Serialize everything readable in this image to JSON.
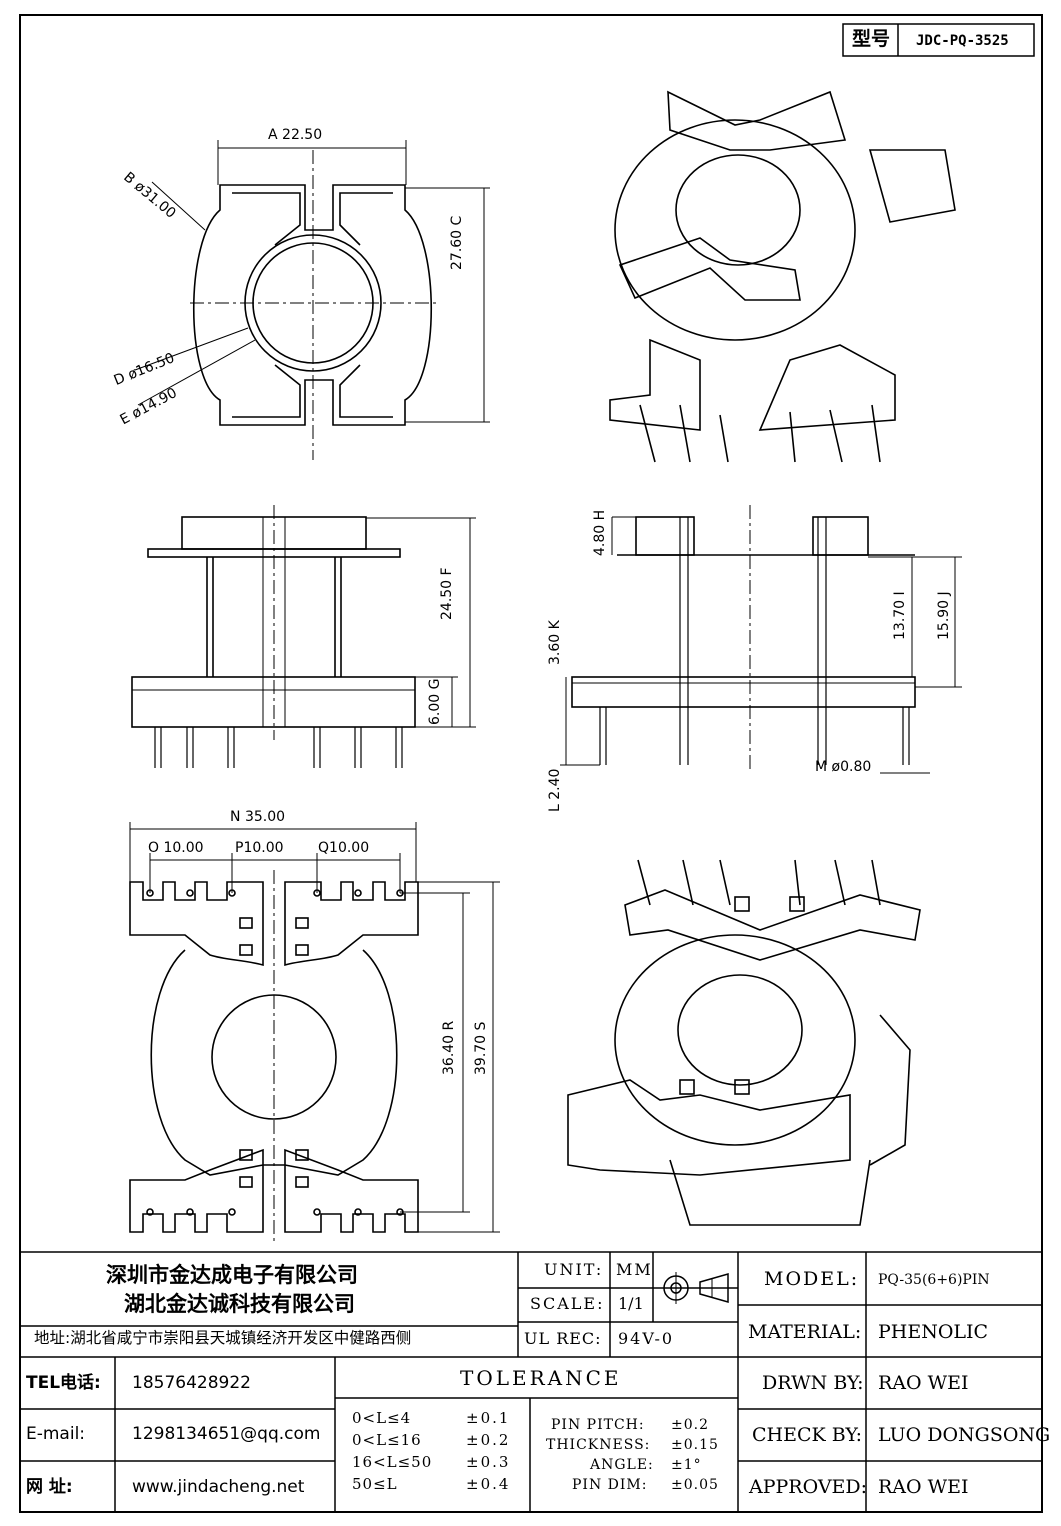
{
  "model_box": {
    "label": "型号",
    "value": "JDC-PQ-3525"
  },
  "dimensions": {
    "A": "22.50",
    "B": "ø31.00",
    "C": "27.60",
    "D": "ø16.50",
    "E": "ø14.90",
    "F": "24.50",
    "G": "6.00",
    "H": "4.80",
    "I": "13.70",
    "J": "15.90",
    "K": "3.60",
    "L": "2.40",
    "M": "ø0.80",
    "N": "35.00",
    "O": "10.00",
    "P": "10.00",
    "Q": "10.00",
    "R": "36.40",
    "S": "39.70"
  },
  "letters": [
    "A",
    "B",
    "C",
    "D",
    "E",
    "F",
    "G",
    "H",
    "I",
    "J",
    "K",
    "L",
    "M",
    "N",
    "O",
    "P",
    "Q",
    "R",
    "S"
  ],
  "company": {
    "name1": "深圳市金达成电子有限公司",
    "name2": "湖北金达诚科技有限公司",
    "address": "地址:湖北省咸宁市崇阳县天城镇经济开发区中健路西侧"
  },
  "contact": {
    "tel_label": "TEL电话:",
    "tel": "18576428922",
    "email_label": "E-mail:",
    "email": "1298134651@qq.com",
    "web_label": "网    址:",
    "web": "www.jindacheng.net"
  },
  "spec": {
    "unit_label": "UNIT:",
    "unit": "MM",
    "scale_label": "SCALE:",
    "scale": "1/1",
    "ulrec_label": "UL REC:",
    "ulrec": "94V-0"
  },
  "tolerance": {
    "title": "TOLERANCE",
    "rows": [
      {
        "range": "0<L≤4",
        "val": "±0.1"
      },
      {
        "range": "0<L≤16",
        "val": "±0.2"
      },
      {
        "range": "16<L≤50",
        "val": "±0.3"
      },
      {
        "range": "50≤L",
        "val": "±0.4"
      }
    ],
    "extra": [
      {
        "label": "PIN PITCH:",
        "val": "±0.2"
      },
      {
        "label": "THICKNESS:",
        "val": "±0.15"
      },
      {
        "label": "ANGLE:",
        "val": "±1°"
      },
      {
        "label": "PIN DIM:",
        "val": "±0.05"
      }
    ]
  },
  "info": {
    "model_label": "MODEL:",
    "model": "PQ-35(6+6)PIN",
    "material_label": "MATERIAL:",
    "material": "PHENOLIC",
    "drwn_label": "DRWN BY:",
    "drwn": "RAO WEI",
    "check_label": "CHECK BY:",
    "check": "LUO DONGSONG",
    "approved_label": "APPROVED:",
    "approved": "RAO WEI"
  }
}
